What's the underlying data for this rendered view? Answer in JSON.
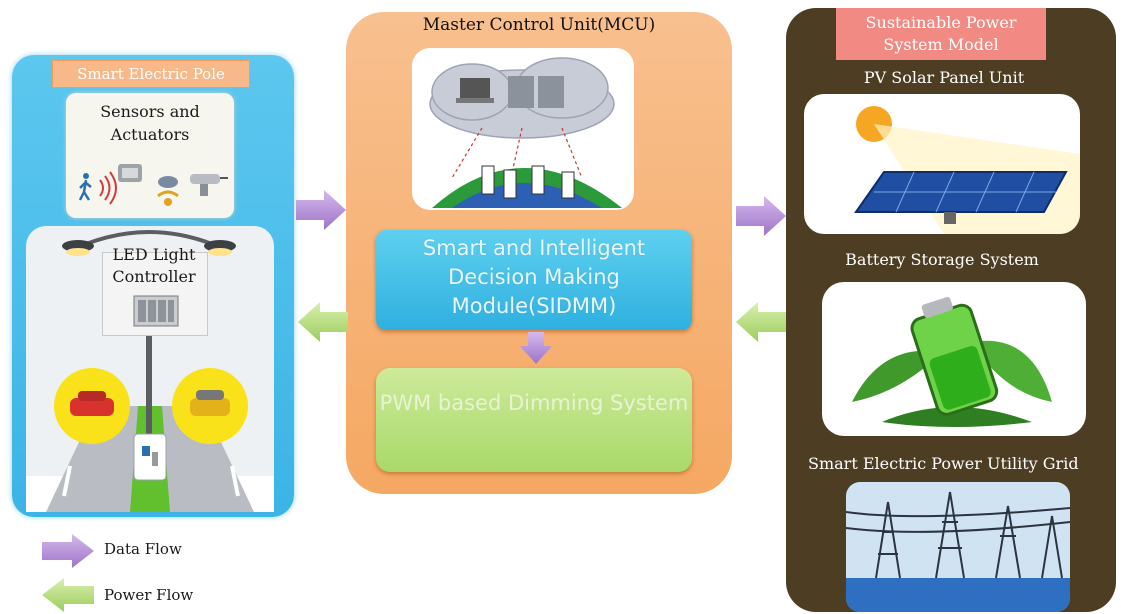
{
  "left": {
    "title": "Smart Electric Pole",
    "sensors_title": "Sensors and Actuators",
    "led_title": "LED Light Controller"
  },
  "center": {
    "title": "Master Control Unit(MCU)",
    "sidmm": "Smart and Intelligent Decision Making Module(SIDMM)",
    "pwm": "PWM based Dimming System"
  },
  "right": {
    "title": "Sustainable Power System Model",
    "pv_label": "PV Solar Panel Unit",
    "battery_label": "Battery Storage System",
    "grid_label": "Smart Electric Power Utility Grid"
  },
  "legend": {
    "data_flow": "Data Flow",
    "power_flow": "Power Flow"
  },
  "colors": {
    "data_flow_arrow": "#b58ed6",
    "power_flow_arrow": "#b7dd7e",
    "left_panel": "#3bb4e6",
    "mcu_panel": "#f5a863",
    "right_panel": "#4d3e23"
  }
}
